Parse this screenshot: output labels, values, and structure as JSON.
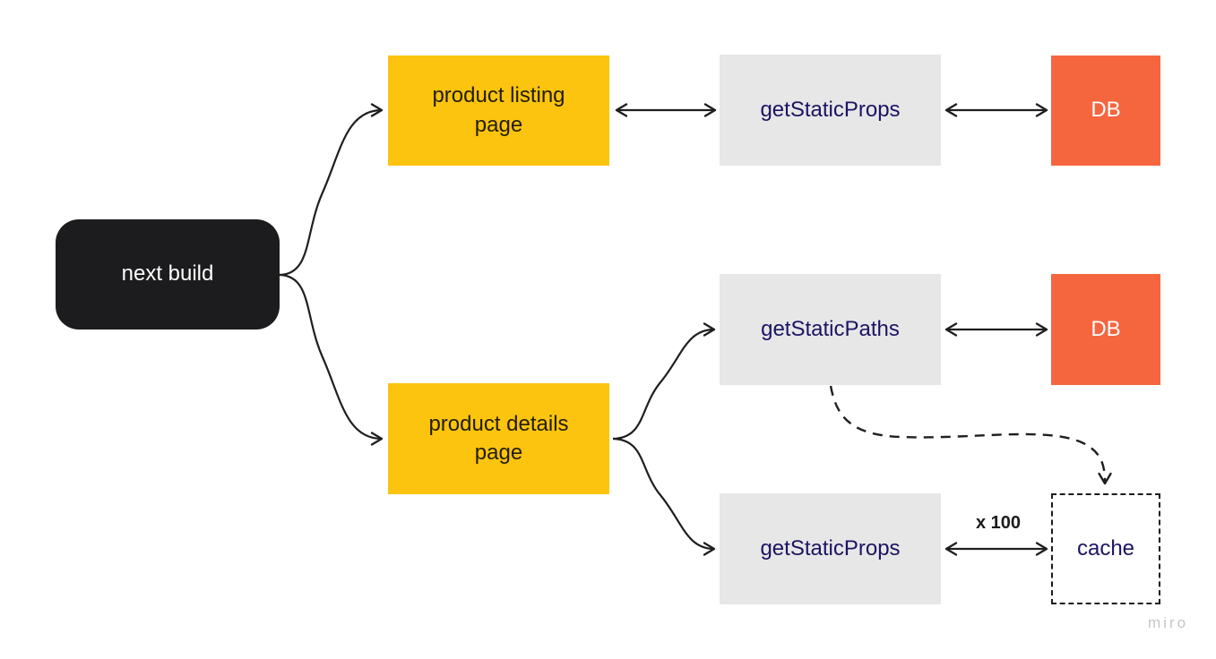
{
  "canvas": {
    "background": "#ffffff"
  },
  "palette": {
    "node_black": "#1c1c1e",
    "node_yellow": "#fcc40e",
    "node_gray": "#e7e7e7",
    "node_orange": "#f5663f",
    "text_navy": "#1b1464",
    "text_white": "#ffffff",
    "connector": "#1f1f1f",
    "watermark_gray": "#c5c5c5"
  },
  "nodes": {
    "next_build": {
      "label": "next build",
      "shape": "rounded-rect",
      "color": "black"
    },
    "product_listing": {
      "label": "product listing page",
      "shape": "rect",
      "color": "yellow"
    },
    "get_static_props_top": {
      "label": "getStaticProps",
      "shape": "rect",
      "color": "gray"
    },
    "db_top": {
      "label": "DB",
      "shape": "rect",
      "color": "orange"
    },
    "get_static_paths": {
      "label": "getStaticPaths",
      "shape": "rect",
      "color": "gray"
    },
    "db_middle": {
      "label": "DB",
      "shape": "rect",
      "color": "orange"
    },
    "product_details": {
      "label": "product details page",
      "shape": "rect",
      "color": "yellow"
    },
    "get_static_props_bottom": {
      "label": "getStaticProps",
      "shape": "rect",
      "color": "gray"
    },
    "cache": {
      "label": "cache",
      "shape": "dashed-rect",
      "color": "white"
    }
  },
  "edges": [
    {
      "from": "next_build",
      "to": "product_listing",
      "style": "solid-curved",
      "direction": "one-way"
    },
    {
      "from": "next_build",
      "to": "product_details",
      "style": "solid-curved",
      "direction": "one-way"
    },
    {
      "from": "product_listing",
      "to": "get_static_props_top",
      "style": "solid-straight",
      "direction": "two-way"
    },
    {
      "from": "get_static_props_top",
      "to": "db_top",
      "style": "solid-straight",
      "direction": "two-way"
    },
    {
      "from": "product_details",
      "to": "get_static_paths",
      "style": "solid-curved",
      "direction": "one-way"
    },
    {
      "from": "get_static_paths",
      "to": "db_middle",
      "style": "solid-straight",
      "direction": "two-way"
    },
    {
      "from": "product_details",
      "to": "get_static_props_bottom",
      "style": "solid-curved",
      "direction": "one-way"
    },
    {
      "from": "get_static_props_bottom",
      "to": "cache",
      "style": "solid-straight",
      "direction": "two-way",
      "label": "x 100"
    },
    {
      "from": "get_static_paths",
      "to": "cache",
      "style": "dashed-curved",
      "direction": "one-way"
    }
  ],
  "edge_labels": {
    "multiplier": "x 100"
  },
  "watermark": "miro"
}
